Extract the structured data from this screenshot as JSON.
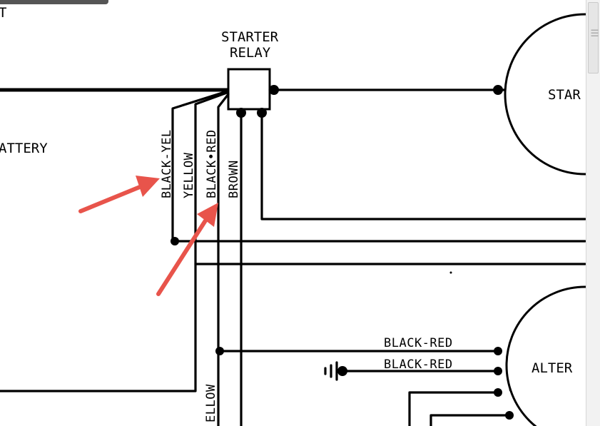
{
  "labels": {
    "top_left": "T",
    "starter_relay_line1": "STARTER",
    "starter_relay_line2": "RELAY",
    "battery": "ATTERY",
    "starter": "STAR",
    "alternator": "ALTER",
    "wire_black_yel": "BLACK-YEL",
    "wire_yellow": "YELLOW",
    "wire_black_red_vertical": "BLACK•RED",
    "wire_brown": "BROWN",
    "wire_black_red_1": "BLACK-RED",
    "wire_black_red_2": "BLACK-RED",
    "wire_yellow_bottom": "ELLOW"
  },
  "colors": {
    "arrow": "#e8544b",
    "line": "#000000"
  }
}
